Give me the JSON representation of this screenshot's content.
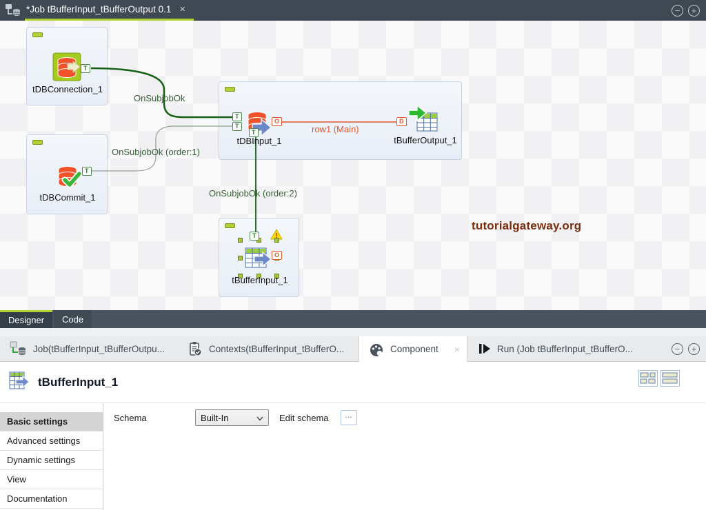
{
  "colors": {
    "accent_lime": "#b2d233",
    "trigger_green": "#166016",
    "row_orange": "#e2582a",
    "watermark_brown": "#7b2c0c",
    "selection_green": "#a9c23f",
    "warning_yellow": "#ffd800"
  },
  "window": {
    "tab_title": "*Job tBufferInput_tBufferOutput 0.1",
    "close": "×",
    "minimize": "−",
    "maximize": "+"
  },
  "canvas": {
    "watermark": "tutorialgateway.org",
    "warning_mark": "!",
    "ports": {
      "trigger": "T",
      "output": "O",
      "input": "D"
    },
    "components": {
      "db_connection": {
        "label": "tDBConnection_1"
      },
      "db_commit": {
        "label": "tDBCommit_1"
      },
      "db_input": {
        "label": "tDBInput_1"
      },
      "buffer_output": {
        "label": "tBufferOutput_1"
      },
      "buffer_input": {
        "label": "tBufferInput_1"
      }
    },
    "connections": {
      "on_subjob_ok": "OnSubjobOk",
      "on_subjob_ok_order1": "OnSubjobOk (order:1)",
      "on_subjob_ok_order2": "OnSubjobOk (order:2)",
      "row1_main": "row1 (Main)"
    }
  },
  "view_tabs": {
    "designer": "Designer",
    "code": "Code"
  },
  "bottom_tabs": {
    "job": "Job(tBufferInput_tBufferOutpu...",
    "contexts": "Contexts(tBufferInput_tBufferO...",
    "component": "Component",
    "component_close": "×",
    "run": "Run (Job tBufferInput_tBufferO...",
    "minimize": "−",
    "maximize": "+"
  },
  "component_panel": {
    "title": "tBufferInput_1",
    "menu": [
      "Basic settings",
      "Advanced settings",
      "Dynamic settings",
      "View",
      "Documentation"
    ],
    "schema_label": "Schema",
    "schema_value": "Built-In",
    "edit_schema_label": "Edit schema",
    "more_label": "…"
  }
}
